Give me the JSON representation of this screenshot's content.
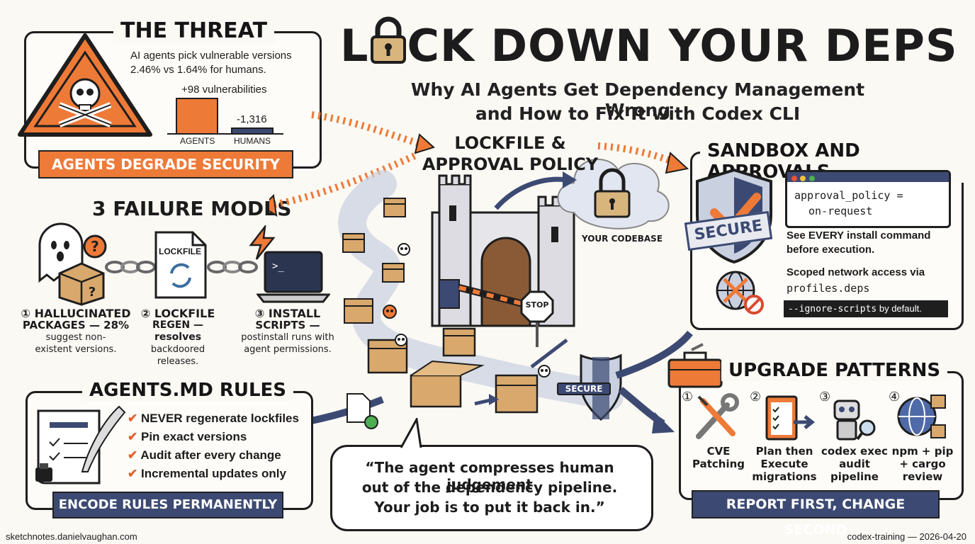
{
  "header": {
    "title_before": "L",
    "title_after": "CK DOWN YOUR DEPS",
    "subtitle_line1": "Why AI Agents Get Dependency Management Wrong",
    "subtitle_line2": "and How to Fix It with Codex CLI"
  },
  "threat": {
    "title": "THE THREAT",
    "line1": "AI agents pick vulnerable versions",
    "line2": "2.46% vs 1.64% for humans.",
    "bar_agents_label": "+98 vulnerabilities",
    "bar_humans_label": "-1,316",
    "axis_agents": "AGENTS",
    "axis_humans": "HUMANS",
    "ribbon": "AGENTS DEGRADE SECURITY"
  },
  "failure": {
    "title": "3 FAILURE MODES",
    "lockfile_doc": "LOCKFILE",
    "modes": [
      {
        "num": "①",
        "head": "HALLUCINATED",
        "line2": "PACKAGES — 28%",
        "line3": "suggest non-",
        "line4": "existent versions."
      },
      {
        "num": "②",
        "head": "LOCKFILE",
        "line2": "REGEN — resolves",
        "line3": "backdoored",
        "line4": "releases."
      },
      {
        "num": "③",
        "head": "INSTALL",
        "line2": "SCRIPTS —",
        "line3": "postinstall runs with",
        "line4": "agent permissions."
      }
    ]
  },
  "center": {
    "title_line1": "LOCKFILE &",
    "title_line2": "APPROVAL POLICY",
    "cloud_label": "YOUR CODEBASE",
    "stop_sign": "STOP",
    "shield_label": "SECURE"
  },
  "sandbox": {
    "title": "SANDBOX AND APPROVALS",
    "stamp": "SECURE",
    "code_line1": "approval_policy =",
    "code_line2": "on-request",
    "desc1_line1": "See EVERY install command",
    "desc1_line2": "before execution.",
    "desc2_line1": "Scoped network access via",
    "desc2_code": "profiles.deps",
    "flag_code": "--ignore-scripts",
    "flag_suffix": " by default."
  },
  "agents_md": {
    "title": "AGENTS.MD RULES",
    "rules": [
      "NEVER regenerate lockfiles",
      "Pin exact versions",
      "Audit after every change",
      "Incremental updates only"
    ],
    "ribbon": "ENCODE RULES PERMANENTLY"
  },
  "quote": {
    "line1": "“The agent compresses human judgement",
    "line2": "out of the dependency pipeline.",
    "line3": "Your job is to put it back in.”"
  },
  "upgrade": {
    "title": "UPGRADE PATTERNS",
    "patterns": [
      {
        "num": "①",
        "line1": "CVE",
        "line2": "Patching",
        "line3": ""
      },
      {
        "num": "②",
        "line1": "Plan then",
        "line2": "Execute",
        "line3": "migrations"
      },
      {
        "num": "③",
        "line1": "codex exec",
        "line2": "audit pipeline",
        "line3": ""
      },
      {
        "num": "④",
        "line1": "npm + pip",
        "line2": "+ cargo",
        "line3": "review"
      }
    ],
    "ribbon": "REPORT FIRST, CHANGE SECOND"
  },
  "footer": {
    "left": "sketchnotes.danielvaughan.com",
    "right": "codex-training — 2026-04-20"
  },
  "colors": {
    "orange": "#ee7a38",
    "navy": "#3c4a73",
    "ink": "#1e1e1e"
  },
  "icons": [
    "skull-warning-icon",
    "ghost-icon",
    "package-icon",
    "chain-icon",
    "lockfile-doc-icon",
    "lightning-icon",
    "laptop-terminal-icon",
    "castle-icon",
    "padlock-icon",
    "stop-sign-icon",
    "shield-check-icon",
    "globe-blocked-icon",
    "toolbox-icon",
    "wrench-screwdriver-icon",
    "checklist-icon",
    "robot-magnifier-icon",
    "globe-packages-icon",
    "scroll-quill-icon",
    "inkwell-icon",
    "document-check-icon"
  ]
}
